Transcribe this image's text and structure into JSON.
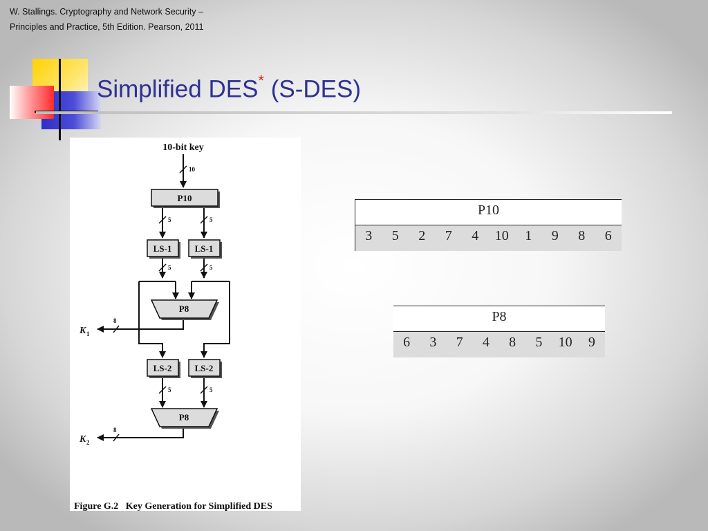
{
  "citation": {
    "line1": "W. Stallings. Cryptography and Network Security –",
    "line2": "Principles and Practice, 5th Edition. Pearson, 2011"
  },
  "slide": {
    "title": "Simplified DES",
    "title_mark": "*",
    "title_suffix": "(S-DES)",
    "colors": {
      "title": "#2e3192",
      "mark": "#e02020",
      "deco_yellow": "#ffd200",
      "deco_red": "#ff2a2a",
      "deco_blue": "#3333cc"
    }
  },
  "figure": {
    "input_label": "10-bit key",
    "bits": {
      "key": "10",
      "half": "5",
      "subkey": "8"
    },
    "boxes": {
      "p10": "P10",
      "ls1_left": "LS-1",
      "ls1_right": "LS-1",
      "p8_top": "P8",
      "ls2_left": "LS-2",
      "ls2_right": "LS-2",
      "p8_bottom": "P8"
    },
    "outputs": {
      "k1": "K",
      "k1_sub": "1",
      "k2": "K",
      "k2_sub": "2"
    },
    "caption": "Figure G.2   Key Generation for Simplified DES"
  },
  "tables": {
    "p10": {
      "header": "P10",
      "values": [
        "3",
        "5",
        "2",
        "7",
        "4",
        "10",
        "1",
        "9",
        "8",
        "6"
      ]
    },
    "p8": {
      "header": "P8",
      "values": [
        "6",
        "3",
        "7",
        "4",
        "8",
        "5",
        "10",
        "9"
      ]
    }
  }
}
